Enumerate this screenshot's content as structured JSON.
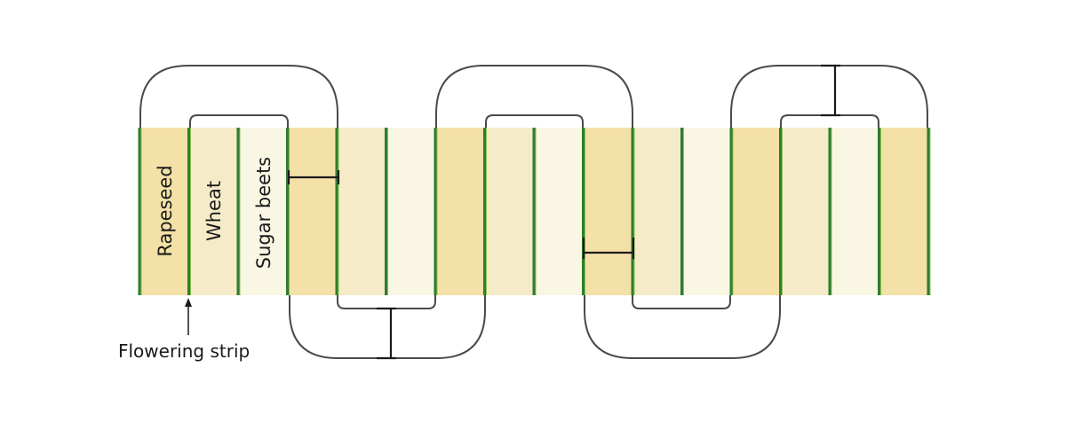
{
  "crops": [
    {
      "label": "Rapeseed",
      "color": "#f3e1a7"
    },
    {
      "label": "Wheat",
      "color": "#f6ebc8"
    },
    {
      "label": "Sugar beets",
      "color": "#faf6e4"
    },
    {
      "label": "",
      "color": "#f3e1a7"
    },
    {
      "label": "",
      "color": "#f6ebc8"
    },
    {
      "label": "",
      "color": "#faf6e4"
    },
    {
      "label": "",
      "color": "#f3e1a7"
    },
    {
      "label": "",
      "color": "#f6ebc8"
    },
    {
      "label": "",
      "color": "#faf6e4"
    },
    {
      "label": "",
      "color": "#f3e1a7"
    },
    {
      "label": "",
      "color": "#f6ebc8"
    },
    {
      "label": "",
      "color": "#faf6e4"
    },
    {
      "label": "",
      "color": "#f3e1a7"
    },
    {
      "label": "",
      "color": "#f6ebc8"
    },
    {
      "label": "",
      "color": "#faf6e4"
    },
    {
      "label": "",
      "color": "#f3e1a7"
    }
  ],
  "annotation": {
    "label": "Flowering strip"
  },
  "colors": {
    "flowering_strip": "#2e7d32",
    "flowering_strip_edge": "#8bc34a",
    "path_loop": "#4a4a4a",
    "path_bar": "#1a1a1a"
  }
}
